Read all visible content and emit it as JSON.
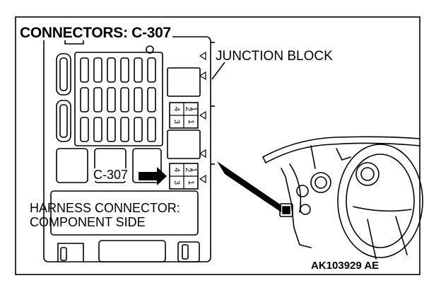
{
  "figure": {
    "title": "CONNECTORS: C-307",
    "junction_block_label": "JUNCTION BLOCK",
    "connector_callout": "C-307",
    "harness_label_line1": "HARNESS CONNECTOR:",
    "harness_label_line2": "COMPONENT SIDE",
    "figure_code": "AK103929 AE",
    "connector_pins": [
      "4",
      "2",
      "1",
      "3"
    ]
  },
  "colors": {
    "line": "#000000",
    "background": "#ffffff"
  }
}
